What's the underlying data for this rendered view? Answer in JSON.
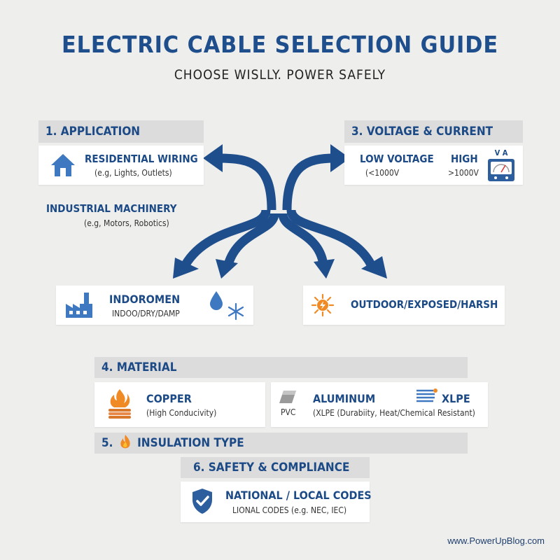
{
  "header": {
    "title": "ELECTRIC CABLE SELECTION GUIDE",
    "subtitle": "CHOOSE WISLLY. POWER SAFELY"
  },
  "application": {
    "heading": "1. APPLICATION",
    "residential_title": "RESIDENTIAL WIRING",
    "residential_sub": "(e.g, Lights, Outlets)",
    "industrial_title": "INDUSTRIAL MACHINERY",
    "industrial_sub": "(e.g, Motors, Robotics)"
  },
  "voltage": {
    "heading": "3. VOLTAGE & CURRENT",
    "low_label": "LOW VOLTAGE",
    "low_value": "(<1000V",
    "high_label": "HIGH",
    "high_value": ">1000V",
    "meter_text": "V A"
  },
  "environment": {
    "indoor_title": "INDOROMEN",
    "indoor_sub": "INDOO/DRY/DAMP",
    "outdoor_title": "OUTDOOR/EXPOSED/HARSH"
  },
  "material": {
    "heading": "4. MATERIAL",
    "copper_title": "COPPER",
    "copper_sub": "(High Conducivity)",
    "aluminum_title": "ALUMINUM",
    "pvc_label": "PVC",
    "xlpe_title": "XLPE",
    "xlpe_sub": "(XLPE (Durabiity, Heat/Chemical Resistant)"
  },
  "insulation": {
    "heading_num": "5.",
    "heading_text": "INSULATION TYPE"
  },
  "safety": {
    "heading": "6. SAFETY & COMPLIANCE",
    "codes_title": "NATIONAL / LOCAL CODES",
    "codes_sub": "LIONAL CODES (e.g. NEC, IEC)"
  },
  "footer": {
    "url": "www.PowerUpBlog.com"
  },
  "colors": {
    "brand_blue": "#1f4e8c",
    "icon_blue": "#3e78c0",
    "orange": "#f08a24",
    "panel_gray": "#dcdcdc",
    "background": "#eeeeec"
  },
  "icons": [
    "house-icon",
    "meter-icon",
    "factory-icon",
    "water-drop-icon",
    "snowflake-icon",
    "sun-icon",
    "copper-coil-icon",
    "pvc-cable-icon",
    "xlpe-cable-icon",
    "flame-icon",
    "shield-check-icon"
  ]
}
